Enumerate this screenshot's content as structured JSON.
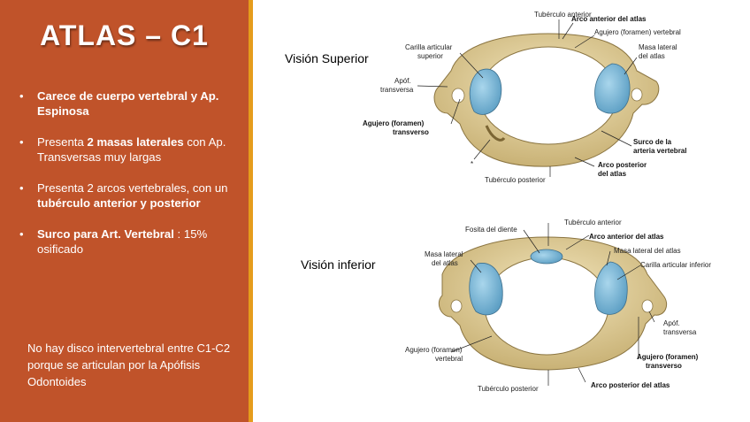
{
  "slide": {
    "title": "ATLAS – C1",
    "bullets": [
      {
        "parts": [
          {
            "t": "Carece de cuerpo vertebral  y Ap. Espinosa",
            "b": true
          }
        ]
      },
      {
        "parts": [
          {
            "t": "Presenta ",
            "b": false
          },
          {
            "t": "2 masas laterales",
            "b": true
          },
          {
            "t": " con Ap. Transversas muy largas",
            "b": false
          }
        ]
      },
      {
        "parts": [
          {
            "t": "Presenta 2 arcos vertebrales, con un ",
            "b": false
          },
          {
            "t": "tubérculo anterior y posterior",
            "b": true
          }
        ]
      },
      {
        "parts": [
          {
            "t": "Surco para Art. Vertebral",
            "b": true
          },
          {
            "t": " : 15% osificado",
            "b": false
          }
        ]
      }
    ],
    "note": "No hay disco intervertebral entre C1-C2 porque se articulan por la Apófisis Odontoides"
  },
  "views": {
    "superior": {
      "label": "Visión Superior",
      "labels": {
        "tub_ant": "Tubérculo anterior",
        "arco_ant": "Arco anterior del atlas",
        "agujero_vert": "Agujero (foramen) vertebral",
        "carilla_1": "Carilla articular",
        "carilla_2": "superior",
        "masa_1": "Masa lateral",
        "masa_2": "del atlas",
        "apof_1": "Apóf.",
        "apof_2": "transversa",
        "agujero_tr_1": "Agujero (foramen)",
        "agujero_tr_2": "transverso",
        "surco_1": "Surco de la",
        "surco_2": "arteria vertebral",
        "arco_post_1": "Arco posterior",
        "arco_post_2": "del atlas",
        "tub_post": "Tubérculo posterior",
        "asterisk": "*"
      }
    },
    "inferior": {
      "label": "Visión inferior",
      "labels": {
        "tub_ant": "Tubérculo anterior",
        "fosita": "Fosita del diente",
        "arco_ant": "Arco anterior del atlas",
        "masa_l_1": "Masa lateral",
        "masa_l_2": "del atlas",
        "masa_r": "Masa lateral del atlas",
        "carilla_inf": "Carilla articular inferior",
        "apof_1": "Apóf.",
        "apof_2": "transversa",
        "agujero_vert_1": "Agujero (foramen)",
        "agujero_vert_2": "vertebral",
        "agujero_tr_1": "Agujero (foramen)",
        "agujero_tr_2": "transverso",
        "tub_post": "Tubérculo posterior",
        "arco_post": "Arco posterior del atlas"
      }
    }
  },
  "colors": {
    "panel": "#c0532a",
    "stripe": "#e59c1c",
    "bone": "#e8d6a0",
    "bone_dark": "#c9b276",
    "facet": "#7fb9d8"
  }
}
